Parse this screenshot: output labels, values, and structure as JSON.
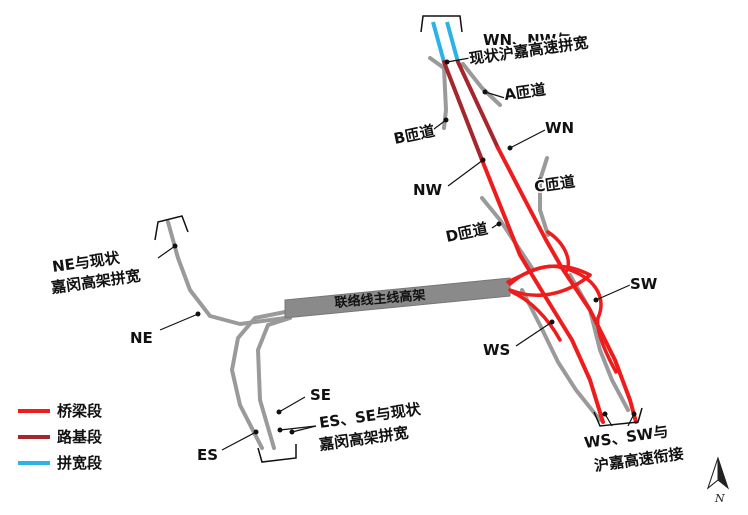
{
  "labels": {
    "wn_nw_top": "WN、NW与",
    "wn_nw_bottom": "现状沪嘉高速拼宽",
    "ramp_a": "A匝道",
    "ramp_b": "B匝道",
    "wn": "WN",
    "nw": "NW",
    "ramp_c": "C匝道",
    "ramp_d": "D匝道",
    "ne_top": "NE与现状",
    "ne_bottom": "嘉闵高架拼宽",
    "ne": "NE",
    "sw": "SW",
    "ws": "WS",
    "se": "SE",
    "es": "ES",
    "es_se_top": "ES、SE与现状",
    "es_se_bottom": "嘉闵高架拼宽",
    "ws_sw_top": "WS、SW与",
    "ws_sw_bottom": "沪嘉高速衔接",
    "main_viaduct": "联络线主线高架",
    "north": "N"
  },
  "legend": [
    {
      "label": "桥梁段",
      "color": "#ee1c1c"
    },
    {
      "label": "路基段",
      "color": "#a5262c"
    },
    {
      "label": "拼宽段",
      "color": "#2db2e6"
    }
  ],
  "colors": {
    "bridge": "#ee1c1c",
    "embankment": "#a5262c",
    "widening": "#2db2e6",
    "existing_road": "#9a9a9a",
    "main_viaduct": "#8a8a8a"
  },
  "icons": {
    "north_arrow": "north-arrow-icon"
  }
}
